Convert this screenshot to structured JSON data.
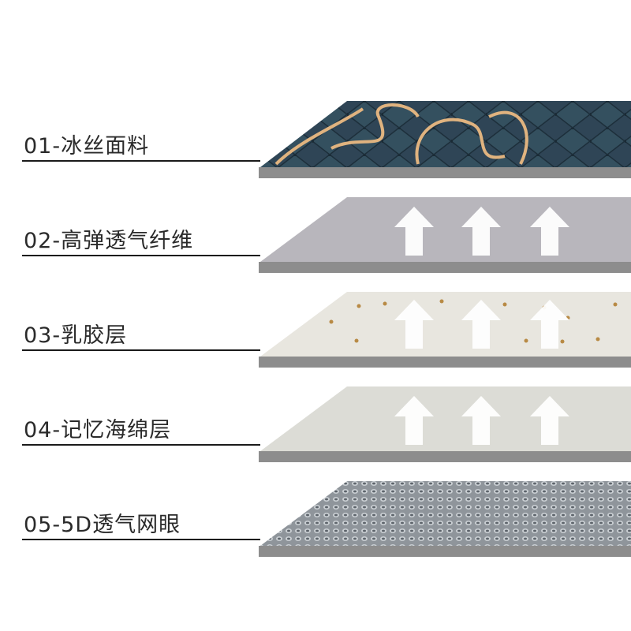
{
  "layers": [
    {
      "label": "01-冰丝面料",
      "icon": "quilted-fabric-layer"
    },
    {
      "label": "02-高弹透气纤维",
      "icon": "fiber-layer-with-up-arrows"
    },
    {
      "label": "03-乳胶层",
      "icon": "latex-layer-with-up-arrows"
    },
    {
      "label": "04-记忆海绵层",
      "icon": "memory-foam-layer-with-up-arrows"
    },
    {
      "label": "05-5D透气网眼",
      "icon": "mesh-layer"
    }
  ],
  "colors": {
    "text": "#2a2a2a",
    "base_slab": "#8d8d8d",
    "fabric": "#2f4556",
    "fabric_accent": "#e0b37f",
    "fiber": "#b8b6bc",
    "latex": "#e8e6df",
    "foam": "#dcdcd6",
    "mesh": "#9aa0a6"
  }
}
